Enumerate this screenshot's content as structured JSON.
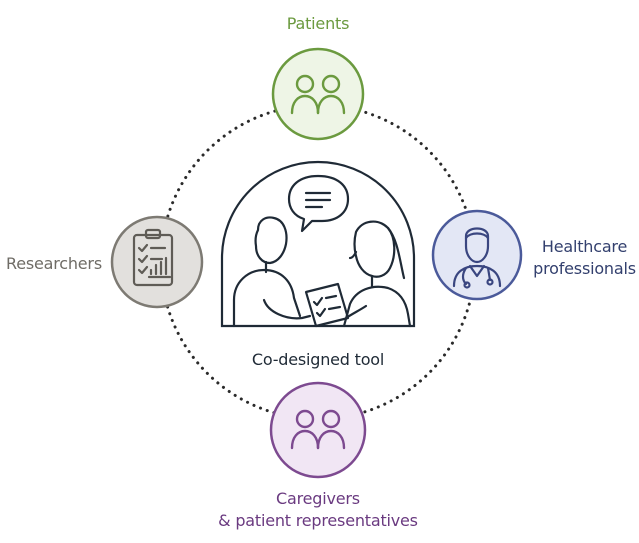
{
  "colors": {
    "patients": "#6b9a3f",
    "researchers": "#7d7a73",
    "healthcare": "#4b5a9a",
    "caregivers": "#7d4a90",
    "ink": "#1f2a36",
    "ring": "#2a2a2a"
  },
  "nodes": {
    "patients": {
      "label": "Patients",
      "icon": "people-icon"
    },
    "researchers": {
      "label": "Researchers",
      "icon": "clipboard-chart-icon"
    },
    "healthcare": {
      "label_line1": "Healthcare",
      "label_line2": "professionals",
      "icon": "doctor-icon"
    },
    "caregivers": {
      "label_line1": "Caregivers",
      "label_line2": "& patient representatives",
      "icon": "people-icon"
    }
  },
  "center": {
    "label": "Co-designed tool",
    "icon": "consultation-scene-icon"
  }
}
